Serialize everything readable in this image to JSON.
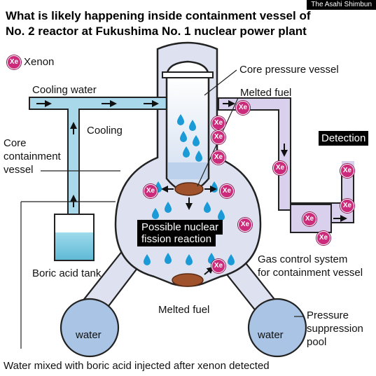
{
  "title": {
    "line1": "What is likely happening inside containment vessel of",
    "line2": "No. 2 reactor at Fukushima No. 1 nuclear power plant"
  },
  "credit": "The Asahi Shimbun",
  "legend": {
    "xe_symbol": "Xe",
    "label": "Xenon"
  },
  "labels": {
    "core_pressure_vessel": "Core pressure vessel",
    "melted_fuel_top": "Melted fuel",
    "cooling_water": "Cooling water",
    "cooling": "Cooling",
    "core_containment_1": "Core",
    "core_containment_2": "containment",
    "core_containment_3": "vessel",
    "detection": "Detection",
    "fission_1": "Possible nuclear",
    "fission_2": "fission reaction",
    "gas_control_1": "Gas control system",
    "gas_control_2": "for containment vessel",
    "boric_acid_tank": "Boric acid tank",
    "melted_fuel_bottom": "Melted fuel",
    "water_left": "water",
    "water_right": "water",
    "pressure_1": "Pressure",
    "pressure_2": "suppression",
    "pressure_3": "pool",
    "footer": "Water mixed with boric acid injected after xenon detected"
  },
  "colors": {
    "vessel_fill": "#dde1f0",
    "pipe_water": "#a8d8ea",
    "pipe_gas": "#d8d0ec",
    "water_fill": "#a9c4e4",
    "droplet": "#1a9ad6",
    "xenon": "#cc2a7a",
    "fuel": "#a0522d"
  }
}
